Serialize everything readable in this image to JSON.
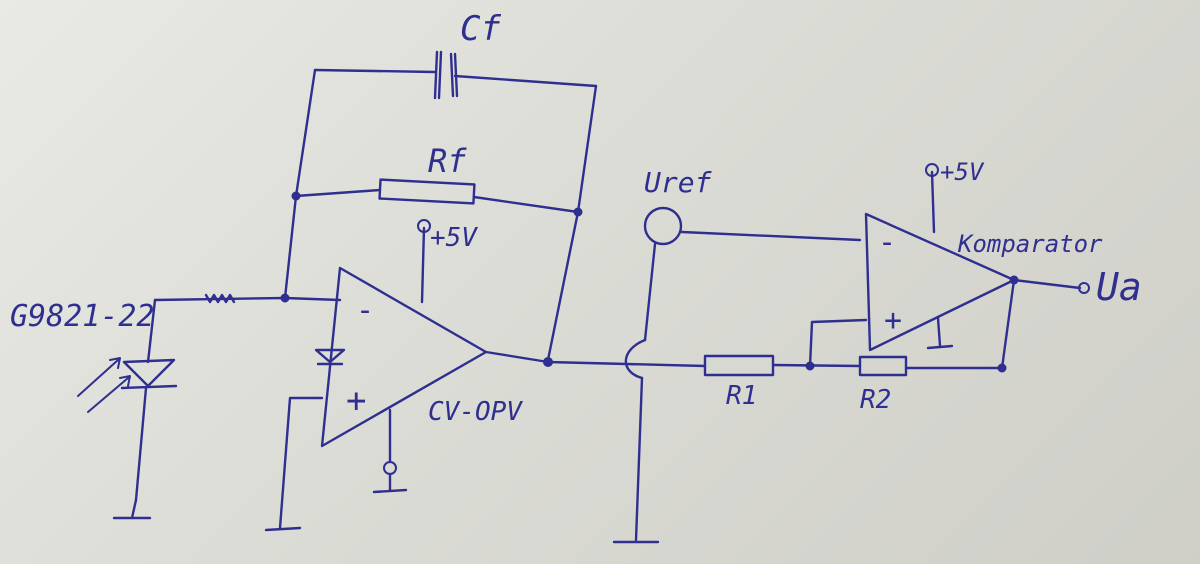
{
  "colors": {
    "paper": "#e4e4df",
    "ink": "#2e2f8f"
  },
  "labels": {
    "cf": "Cf",
    "rf": "Rf",
    "plus5v_opamp": "+5V",
    "plus5v_comp": "+5V",
    "uref": "Uref",
    "komparator": "Komparator",
    "ua": "Ua",
    "photodiode": "G9821-22",
    "opamp": "CV-OPV",
    "r1": "R1",
    "r2": "R2",
    "opamp_minus": "-",
    "opamp_plus": "+",
    "comp_minus": "-",
    "comp_plus": "+"
  }
}
